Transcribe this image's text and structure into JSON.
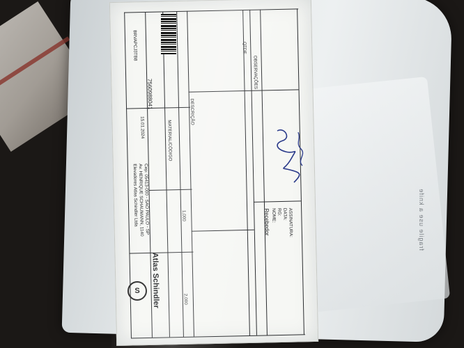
{
  "brand": {
    "name": "Atlas Schindler",
    "logo_letter": "S"
  },
  "sender": {
    "lines": [
      "Elevadores Atlas Schindler Ltda",
      "Av. HENRIQUE SCHAUMANN, 1140",
      "Cep: 05413-000 - SAO PAULO - SP"
    ]
  },
  "document": {
    "number": "7560988041",
    "code_line": "BRVAPCJ3TB8",
    "date": "15.01.2024"
  },
  "columns": {
    "description_header": "DESCRIÇÃO",
    "material_header": "MATERIAL/CÓDIGO",
    "quantity_header": "QTDE",
    "remarks_header": "OBSERVAÇÕES"
  },
  "recipient": {
    "label": "Recebedor",
    "fields": [
      "NOME:",
      "RG:",
      "DATA:",
      "ASSINATURA:"
    ]
  },
  "items": {
    "qty_a": "2,000",
    "qty_b": "1,000"
  },
  "bag": {
    "print_text": "fragile use a knife"
  }
}
